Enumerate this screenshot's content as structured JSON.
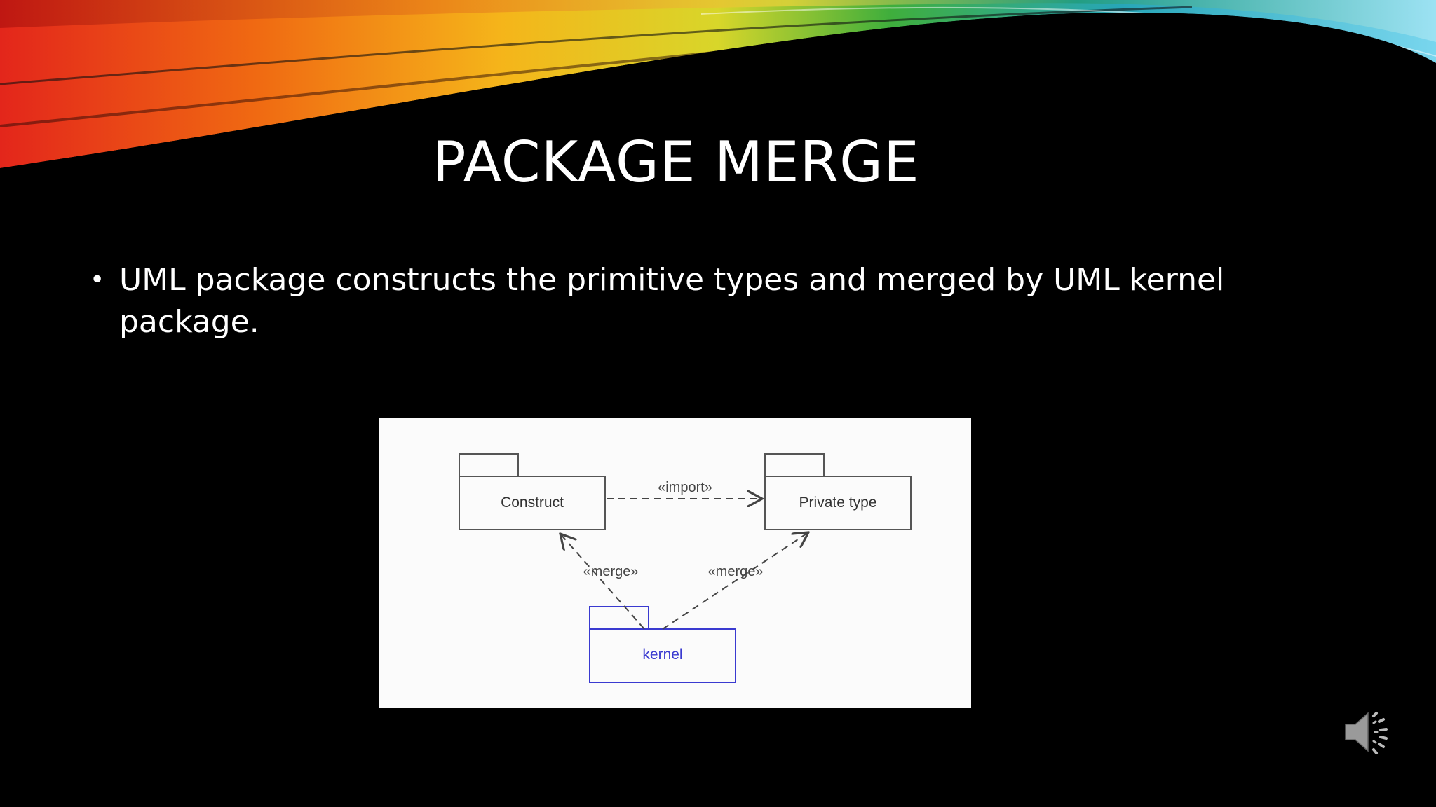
{
  "slide": {
    "title": "PACKAGE MERGE",
    "bullets": [
      "UML package constructs the primitive types and merged by UML kernel package."
    ],
    "bullet_marker": "•"
  },
  "diagram": {
    "packages": {
      "construct": "Construct",
      "private_type": "Private type",
      "kernel": "kernel"
    },
    "relations": {
      "import": "«import»",
      "merge_left": "«merge»",
      "merge_right": "«merge»"
    },
    "colors": {
      "kernel": "#3a3ad0",
      "default": "#333333"
    }
  },
  "icons": {
    "audio": "speaker-icon"
  }
}
